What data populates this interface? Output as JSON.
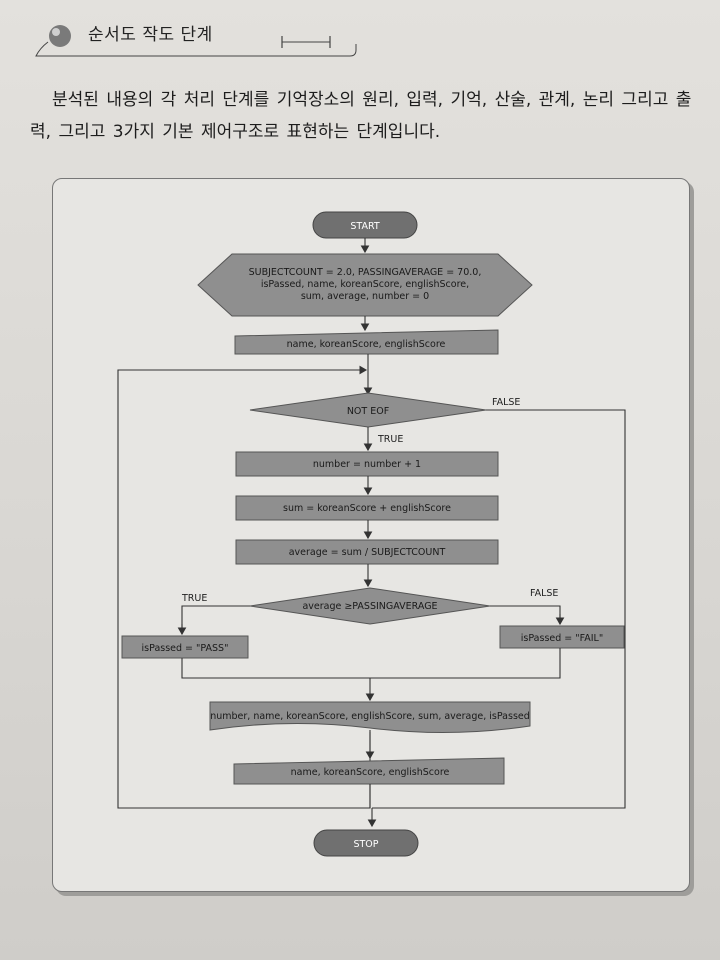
{
  "header": {
    "section_title": "순서도 작도 단계"
  },
  "intro": {
    "paragraph": "분석된 내용의 각 처리 단계를 기억장소의 원리, 입력, 기억, 산술, 관계, 논리 그리고 출력, 그리고 3가지 기본 제어구조로 표현하는 단계입니다."
  },
  "flowchart": {
    "start": "START",
    "init_line1": "SUBJECTCOUNT = 2.0, PASSINGAVERAGE = 70.0,",
    "init_line2": "isPassed, name, koreanScore, englishScore,",
    "init_line3": "sum, average, number = 0",
    "input1": "name, koreanScore, englishScore",
    "loop_condition": "NOT EOF",
    "loop_true": "TRUE",
    "loop_false": "FALSE",
    "process_number": "number = number + 1",
    "process_sum": "sum = koreanScore + englishScore",
    "process_average": "average = sum / SUBJECTCOUNT",
    "decision_average": "average ≥PASSINGAVERAGE",
    "branch_true": "TRUE",
    "branch_false": "FALSE",
    "passed": "isPassed = \"PASS\"",
    "failed": "isPassed = \"FAIL\"",
    "output": "number, name, koreanScore, englishScore, sum, average, isPassed",
    "input2": "name, koreanScore, englishScore",
    "stop": "STOP"
  }
}
